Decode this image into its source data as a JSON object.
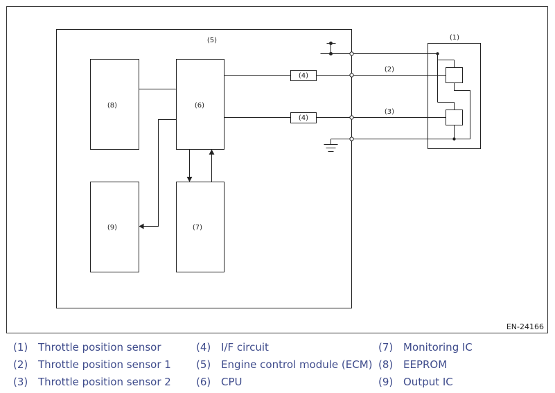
{
  "diagram": {
    "labels": {
      "tps": "(1)",
      "tps1": "(2)",
      "tps2": "(3)",
      "if_circuit": "(4)",
      "ecm": "(5)",
      "cpu": "(6)",
      "monitoring_ic": "(7)",
      "eeprom": "(8)",
      "output_ic": "(9)"
    },
    "figure_id": "EN-24166"
  },
  "legend": {
    "items": [
      {
        "num": "(1)",
        "text": "Throttle position sensor"
      },
      {
        "num": "(2)",
        "text": "Throttle position sensor 1"
      },
      {
        "num": "(3)",
        "text": "Throttle position sensor 2"
      },
      {
        "num": "(4)",
        "text": "I/F circuit"
      },
      {
        "num": "(5)",
        "text": "Engine control module (ECM)"
      },
      {
        "num": "(6)",
        "text": "CPU"
      },
      {
        "num": "(7)",
        "text": "Monitoring IC"
      },
      {
        "num": "(8)",
        "text": "EEPROM"
      },
      {
        "num": "(9)",
        "text": "Output IC"
      }
    ]
  }
}
